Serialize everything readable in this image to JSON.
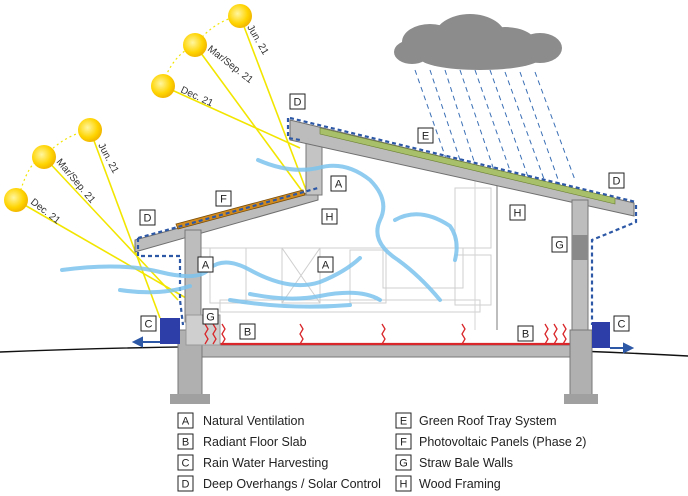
{
  "sun_positions_left": [
    {
      "label": "Dec. 21"
    },
    {
      "label": "Mar/Sep. 21"
    },
    {
      "label": "Jun. 21"
    }
  ],
  "sun_positions_right": [
    {
      "label": "Dec. 21"
    },
    {
      "label": "Mar/Sep. 21"
    },
    {
      "label": "Jun. 21"
    }
  ],
  "legend": {
    "A": "Natural Ventilation",
    "B": "Radiant Floor Slab",
    "C": "Rain Water Harvesting",
    "D": "Deep Overhangs / Solar Control",
    "E": "Green Roof Tray System",
    "F": "Photovoltaic Panels (Phase 2)",
    "G": "Straw Bale Walls",
    "H": "Wood Framing"
  },
  "colors": {
    "sun": "#ffd400",
    "sun_ray": "#f2e600",
    "airflow": "#7cc4ee",
    "rain": "#3a6fb5",
    "cloud": "#8c8c8c",
    "dashed_outline": "#2d58a6",
    "radiant": "#d9262a",
    "pv_panel": "#d18a1d",
    "green_roof": "#a8c069",
    "structure": "#9a9a9a"
  }
}
